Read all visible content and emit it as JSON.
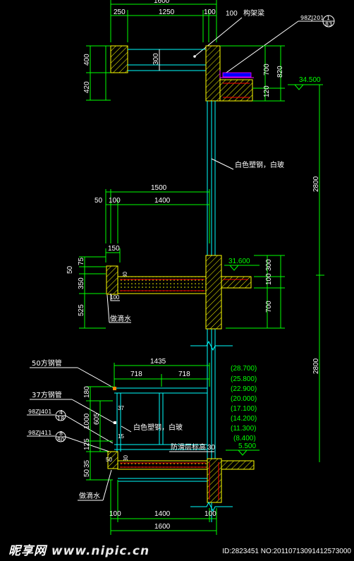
{
  "top_dims": {
    "total": "1600",
    "d1": "250",
    "d2": "1250",
    "d3": "100",
    "d4": "100"
  },
  "top_labels": {
    "eave_beam": "构架梁",
    "ref_code": "98ZJ201",
    "ref_sheet_top": "1",
    "ref_sheet_bottom": "83"
  },
  "top_vert": {
    "v400": "400",
    "v420": "420",
    "v300": "300",
    "v700": "700",
    "v820": "820",
    "v120": "120"
  },
  "elevation_top": "34.500",
  "mid_note": "白色塑钢，白玻",
  "right_vert": {
    "v2800a": "2800",
    "v2800b": "2800"
  },
  "mid_dims": {
    "total": "1500",
    "d50": "50",
    "d100": "100",
    "d1400": "1400",
    "d150": "150"
  },
  "mid_vert": {
    "v50": "50",
    "v75": "75",
    "v350": "350",
    "v525": "525",
    "v100": "100",
    "v30": "30",
    "v300": "300",
    "v100b": "100",
    "v700": "700"
  },
  "elevation_mid": "31.600",
  "drip_label_mid": "做滴水",
  "lower_dims": {
    "total": "1435",
    "d718a": "718",
    "d718b": "718"
  },
  "lower_labels": {
    "tube50": "50方钢管",
    "tube37": "37方钢管",
    "ref1": "98ZJ401",
    "ref1_n": "4",
    "ref1_d": "18",
    "ref2": "98ZJ411",
    "ref2_n": "8",
    "ref2_d": "80",
    "window_note": "白色塑钢，白玻",
    "stair_note": "防滑层标高",
    "drip_label": "做滴水"
  },
  "lower_vert": {
    "v180": "180",
    "v1000": "1000",
    "v605": "605",
    "v125": "125",
    "v35": "35",
    "v50": "50",
    "v37": "37",
    "v15": "15",
    "v50b": "50",
    "v30": "30",
    "v30b": "30"
  },
  "floor_levels": [
    "(28.700)",
    "(25.800)",
    "(22.900)",
    "(20.000)",
    "(17.100)",
    "(14.200)",
    "(11.300)",
    "(8.400)",
    "5.500"
  ],
  "bottom_dims": {
    "d100": "100",
    "d1400": "1400",
    "d100b": "100",
    "total": "1600"
  },
  "footer": {
    "logo_a": "昵享网",
    "logo_b": "www.nipic.cn",
    "id_text": "ID:2823451 NO:20110713091412573000"
  },
  "colors": {
    "wall_hatch": "#ffff00",
    "dim_line": "#00ff00",
    "frame": "#00ffff",
    "rebar": "#ff0000",
    "magenta": "#ff00ff",
    "blue": "#0000ff"
  }
}
